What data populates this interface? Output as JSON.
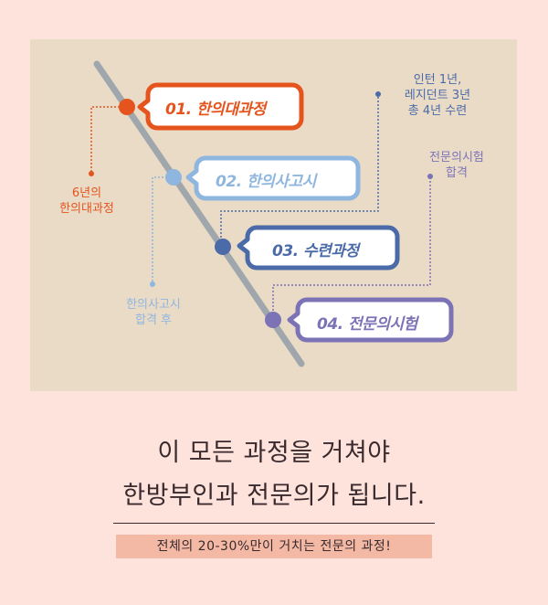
{
  "steps": [
    {
      "label": "01. 한의대과정",
      "color": "#e5541d",
      "note": "6년의\n한의대과정"
    },
    {
      "label": "02. 한의사고시",
      "color": "#8fb6df",
      "note": "한의사고시\n합격 후"
    },
    {
      "label": "03. 수련과정",
      "color": "#4a6aa8",
      "note": "인턴 1년,\n레지던트 3년\n총 4년 수련"
    },
    {
      "label": "04. 전문의시험",
      "color": "#7c73b6",
      "note": "전문의시험\n합격"
    }
  ],
  "headline": {
    "line1": "이 모든 과정을 거쳐야",
    "line2": "한방부인과 전문의가 됩니다."
  },
  "subnote": "전체의 20-30%만이 거치는 전문의 과정!"
}
